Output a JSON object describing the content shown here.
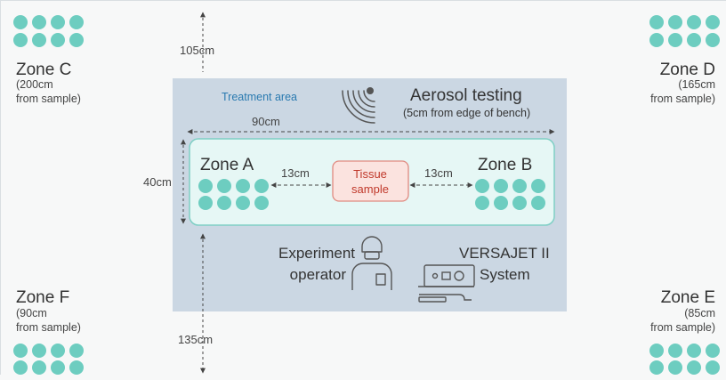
{
  "treatment_area": {
    "label": "Treatment area"
  },
  "aerosol": {
    "title": "Aerosol testing",
    "note": "(5cm from edge of bench)",
    "icon": "aerosol-waves-icon"
  },
  "dimensions": {
    "bench_width": "90cm",
    "bench_depth": "40cm",
    "top_gap": "105cm",
    "bottom_gap": "135cm",
    "a_to_sample": "13cm",
    "sample_to_b": "13cm"
  },
  "sample": {
    "line1": "Tissue",
    "line2": "sample"
  },
  "zones": {
    "a": {
      "name": "Zone A"
    },
    "b": {
      "name": "Zone B"
    },
    "c": {
      "name": "Zone C",
      "dist": "(200cm",
      "from": "from sample)"
    },
    "d": {
      "name": "Zone D",
      "dist": "(165cm",
      "from": "from sample)"
    },
    "e": {
      "name": "Zone E",
      "dist": "(85cm",
      "from": "from sample)"
    },
    "f": {
      "name": "Zone F",
      "dist": "(90cm",
      "from": "from sample)"
    }
  },
  "operator": {
    "line1": "Experiment",
    "line2": "operator",
    "icon": "operator-icon"
  },
  "system": {
    "line1": "VERSAJET II",
    "line2": "System",
    "icon": "versajet-device-icon"
  },
  "colors": {
    "dot": "#6dcdc0",
    "area": "#cbd7e3",
    "bench": "#e6f7f5",
    "bench_border": "#7fcfc5",
    "sample_fill": "#fbe3df",
    "sample_border": "#e08a80"
  }
}
